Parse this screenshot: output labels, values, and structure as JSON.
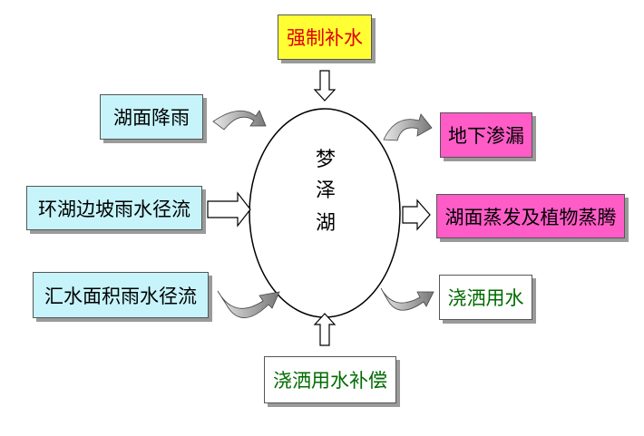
{
  "center": {
    "chars": [
      "梦",
      "泽",
      "湖"
    ]
  },
  "inputs": {
    "top": "强制补水",
    "left1": "湖面降雨",
    "left2": "环湖边坡雨水径流",
    "left3": "汇水面积雨水径流",
    "bottom": "浇洒用水补偿"
  },
  "outputs": {
    "right1": "地下渗漏",
    "right2": "湖面蒸发及植物蒸腾",
    "right3": "浇洒用水"
  },
  "colors": {
    "yellow_fill": "#ffff33",
    "red_text": "#e00000",
    "cyan_fill": "#c6f4fa",
    "magenta_fill": "#ff5cc8",
    "green_text": "#006b00"
  }
}
